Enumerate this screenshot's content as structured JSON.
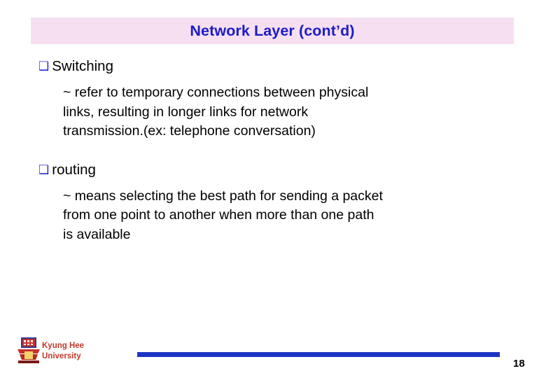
{
  "slide": {
    "title": "Network Layer (cont’d)",
    "title_color": "#1c1cc8",
    "title_bg": "#f6dff0",
    "bullets": [
      {
        "glyph": "❑",
        "label": "Switching",
        "sub_lines": [
          "~ refer to temporary connections between physical",
          "links, resulting in longer links for network",
          "transmission.(ex: telephone conversation)"
        ]
      },
      {
        "glyph": "❑",
        "label": "routing",
        "sub_lines": [
          "~ means selecting the best path for sending a packet",
          "from one point to another when more than one path",
          "is available"
        ]
      }
    ]
  },
  "footer": {
    "university_line1": "Kyung Hee",
    "university_line2": "University",
    "university_color": "#c0392b",
    "rule_color": "#1d35c4",
    "page_number": "18"
  }
}
